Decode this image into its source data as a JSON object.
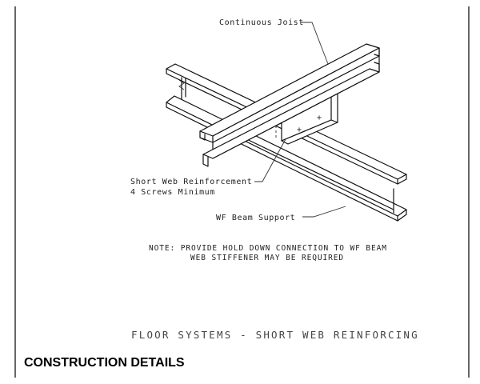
{
  "labels": {
    "continuous_joist": "Continuous Joist",
    "short_web_reinforcement": "Short Web Reinforcement",
    "screws_minimum": "4 Screws Minimum",
    "wf_beam_support": "WF Beam Support"
  },
  "note": {
    "line1": "NOTE: PROVIDE HOLD DOWN CONNECTION TO WF BEAM",
    "line2": "WEB STIFFENER MAY BE REQUIRED"
  },
  "drawing_title": "FLOOR SYSTEMS - SHORT WEB REINFORCING",
  "heading": "CONSTRUCTION DETAILS"
}
